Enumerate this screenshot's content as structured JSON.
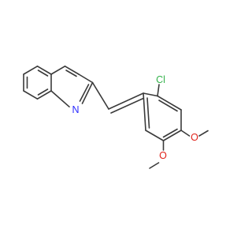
{
  "molecule": {
    "atom_labels": {
      "nitrogen": "N",
      "chlorine": "Cl",
      "oxygen_upper": "O",
      "oxygen_lower": "O"
    }
  },
  "colors": {
    "bond": "#3a3a3a",
    "nitrogen": "#2b2bff",
    "chlorine": "#33b24a",
    "oxygen": "#e0221a",
    "background": "#ffffff"
  }
}
